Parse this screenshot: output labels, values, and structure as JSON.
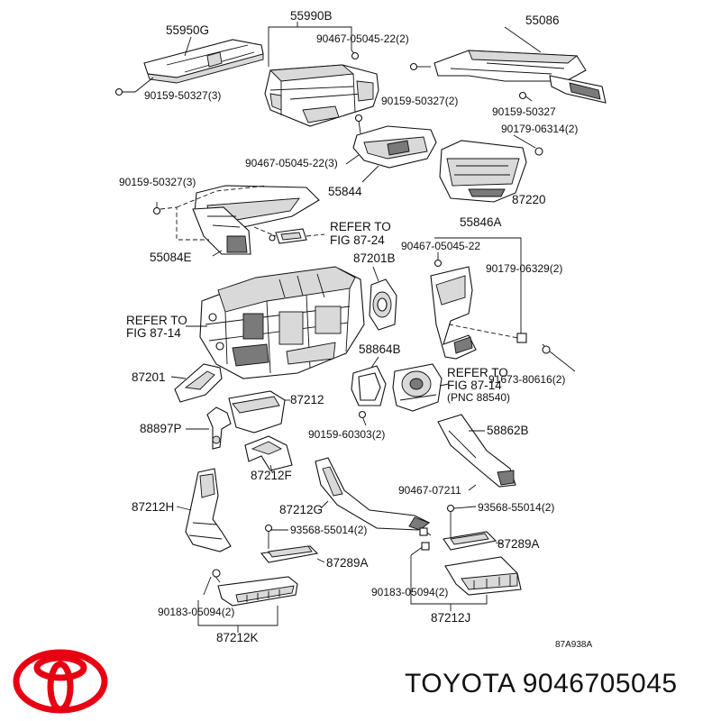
{
  "labels": {
    "p55950G": "55950G",
    "p55990B": "55990B",
    "p55086": "55086",
    "b90467a": "90467-05045-22(2)",
    "b90159a": "90159-50327(3)",
    "b90159b": "90159-50327(2)",
    "b90159c": "90159-50327",
    "b90179a": "90179-06314(2)",
    "b90467b": "90467-05045-22(3)",
    "p55844": "55844",
    "p87220": "87220",
    "b90159d": "90159-50327(3)",
    "ref1a": "REFER TO",
    "ref1b": "FIG 87-24",
    "p55846A": "55846A",
    "p55084E": "55084E",
    "p87201B": "87201B",
    "b90467c": "90467-05045-22",
    "b90179b": "90179-06329(2)",
    "ref2a": "REFER TO",
    "ref2b": "FIG 87-14",
    "p58864B": "58864B",
    "ref3a": "REFER TO",
    "ref3b": "FIG 87-14",
    "ref3c": "(PNC 88540)",
    "p87201": "87201",
    "b91673": "91673-80616(2)",
    "p87212": "87212",
    "p88897P": "88897P",
    "b90159e": "90159-60303(2)",
    "p58862B": "58862B",
    "p87212F": "87212F",
    "p87212H": "87212H",
    "b90467d": "90467-07211",
    "p87212G": "87212G",
    "b93568a": "93568-55014(2)",
    "b93568b": "93568-55014(2)",
    "p87289Aa": "87289A",
    "p87289Ab": "87289A",
    "b90183a": "90183-05094(2)",
    "b90183b": "90183-05094(2)",
    "p87212K": "87212K",
    "p87212J": "87212J",
    "code": "87A938A"
  },
  "footer": {
    "brand_text": "TOYOTA 9046705045"
  },
  "colors": {
    "logo": "#e60012",
    "ink": "#111111"
  }
}
